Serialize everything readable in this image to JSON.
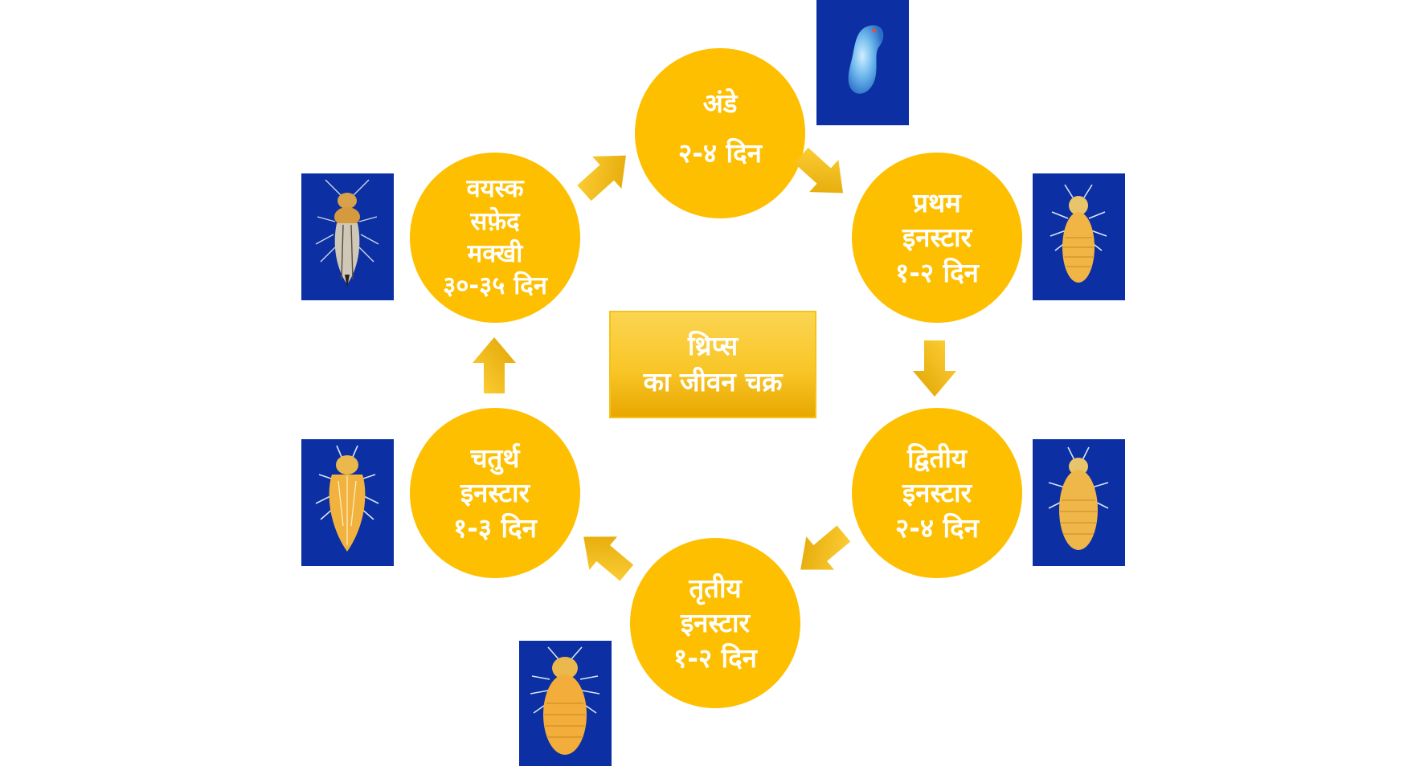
{
  "title": {
    "lines": [
      "थ्रिप्स",
      "का जीवन चक्र"
    ]
  },
  "stages": {
    "egg": {
      "lines": [
        "अंडे",
        "२-४ दिन"
      ]
    },
    "first": {
      "lines": [
        "प्रथम",
        "इनस्टार",
        "१-२ दिन"
      ]
    },
    "second": {
      "lines": [
        "द्वितीय",
        "इनस्टार",
        "२-४ दिन"
      ]
    },
    "third": {
      "lines": [
        "तृतीय",
        "इनस्टार",
        "१-२ दिन"
      ]
    },
    "fourth": {
      "lines": [
        "चतुर्थ",
        "इनस्टार",
        "१-३ दिन"
      ]
    },
    "adult": {
      "lines": [
        "वयस्क",
        "सफ़ेद",
        "मक्खी",
        "३०-३५ दिन"
      ]
    }
  },
  "colors": {
    "circle": "#fdbf00",
    "arrow": "#f5b800",
    "photo_background": "#0c2fa3",
    "text": "#ffffff"
  }
}
